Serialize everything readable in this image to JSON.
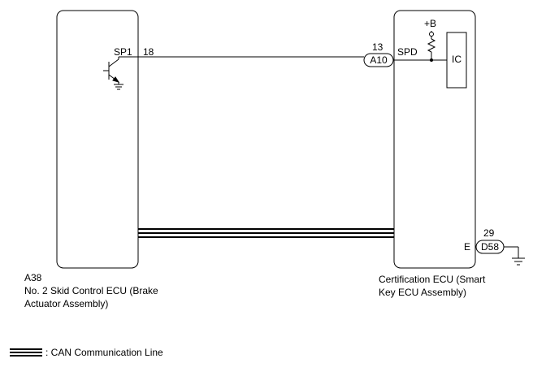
{
  "ecu_left": {
    "code": "A38",
    "name_line1": "No. 2 Skid Control ECU (Brake",
    "name_line2": "Actuator Assembly)",
    "terminal_name": "SP1",
    "pin": "18"
  },
  "ecu_right": {
    "name_line1": "Certification ECU (Smart",
    "name_line2": "Key ECU Assembly)",
    "terminal_name": "SPD",
    "pin": "13",
    "connector": "A10",
    "supply": "+B",
    "ic_label": "IC",
    "ground_terminal": "E",
    "ground_pin": "29",
    "ground_connector": "D58"
  },
  "legend": {
    "text": ": CAN Communication Line"
  }
}
